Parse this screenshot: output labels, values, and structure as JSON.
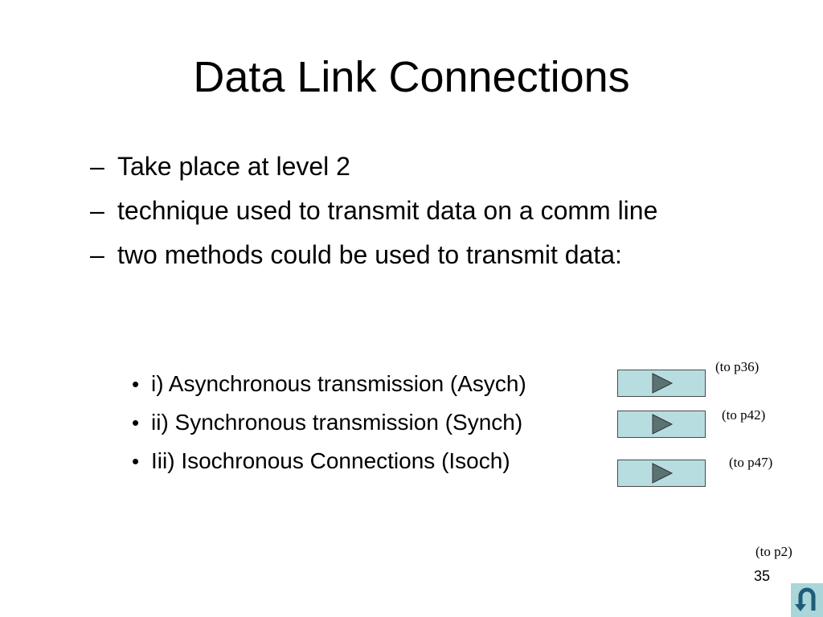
{
  "slide": {
    "title": "Data Link Connections",
    "bullets": [
      {
        "marker": "–",
        "text": "Take place at level 2"
      },
      {
        "marker": "–",
        "text": "technique used to transmit data on a comm line"
      },
      {
        "marker": "–",
        "text": "two methods could be used to transmit data:"
      }
    ],
    "subbullets": [
      {
        "marker": "•",
        "text": "i) Asynchronous transmission (Asych)",
        "link": "(to p36)"
      },
      {
        "marker": "•",
        "text": "ii) Synchronous transmission (Synch)",
        "link": "(to p42)"
      },
      {
        "marker": "•",
        "text": "Iii) Isochronous Connections (Isoch)",
        "link": "(to p47)"
      }
    ],
    "home_link": "(to p2)",
    "page_number": "35"
  },
  "colors": {
    "button_fill": "#b7dde0",
    "arrow_fill": "#5b7272",
    "return_fill": "#a9d6d9"
  },
  "icons": {
    "nav_arrow": "play-arrow-icon",
    "return": "u-turn-return-icon"
  }
}
